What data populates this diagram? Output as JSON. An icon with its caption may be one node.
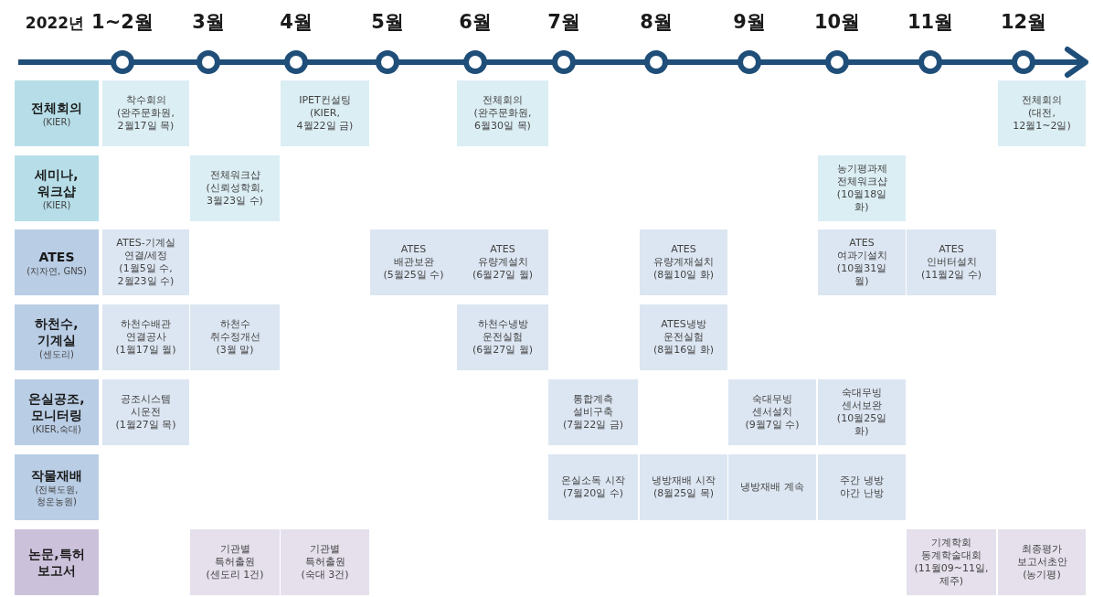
{
  "diagram": {
    "nodes": [
      {
        "text": [
          "전체회의",
          "(KIER)"
        ]
      },
      {
        "text": [
          "착수회의 (완주문화원, 2월17일 목)"
        ]
      },
      {
        "text": [
          "IPET컨설팅 (KIER, 4월22일 금)"
        ]
      },
      {
        "text": [
          "전체회의 (완주문화원, 6월30일 목)"
        ]
      },
      {
        "text": [
          "전체회의 (대전, 12월1~2일)"
        ]
      },
      {
        "text": [
          "세미나, 워크샵",
          "(KIER)"
        ]
      },
      {
        "text": [
          "전체워크샵 (신뢰성학회, 3월23일 수)"
        ]
      },
      {
        "text": [
          "농기평과제 전체워크샵 (10월18일 화)"
        ]
      },
      {
        "text": [
          "ATES",
          "(지자연, GNS)"
        ]
      },
      {
        "text": [
          "ATES-기계실 연결/세정 (1월5일 수, 2월23일 수)"
        ]
      },
      {
        "text": [
          "ATES 배관보완 (5월25일 수)"
        ]
      },
      {
        "text": [
          "ATES 유량계설치 (6월27일 월)"
        ]
      },
      {
        "text": [
          "ATES 유량계재설치 (8월10일 화)"
        ]
      },
      {
        "text": [
          "ATES 여과기설치 (10월31일 월)"
        ]
      },
      {
        "text": [
          "ATES 인버터설치 (11월2일 수)"
        ]
      },
      {
        "text": [
          "하천수, 기계실",
          "(센도리)"
        ]
      },
      {
        "text": [
          "하천수배관 연결공사 (1월17일 월)"
        ]
      },
      {
        "text": [
          "하천수 취수정개선 (3월 말)"
        ]
      },
      {
        "text": [
          "하천수냉방 운전실험 (6월27일 월)"
        ]
      },
      {
        "text": [
          "ATES냉방 운전실험 (8월16일 화)"
        ]
      },
      {
        "text": [
          "온실공조, 모니터링",
          "(KIER,숙대)"
        ]
      },
      {
        "text": [
          "공조시스템 시운전 (1월27일 목)"
        ]
      },
      {
        "text": [
          "통합계측 설비구축 (7월22일 금)"
        ]
      },
      {
        "text": [
          "숙대무빙 센서설치 (9월7일 수)"
        ]
      },
      {
        "text": [
          "숙대무빙 센서보완 (10월25일 화)"
        ]
      },
      {
        "text": [
          "작물재배",
          "(전북도원, 청운농원)"
        ]
      },
      {
        "text": [
          "온실소독 시작 (7월20일 수)"
        ]
      },
      {
        "text": [
          "냉방재배 시작 (8월25일 목)"
        ]
      },
      {
        "text": [
          "냉방재배 계속"
        ]
      },
      {
        "text": [
          "주간 냉방 야간 난방"
        ]
      },
      {
        "text": [
          "논문,특허 보고서"
        ]
      },
      {
        "text": [
          "기관별 특허출원 (센도리 1건)"
        ]
      },
      {
        "text": [
          "기관별 특허출원 (숙대 3건)"
        ]
      },
      {
        "text": [
          "기계학회 동계학술대회 (11월09~11일, 제주)"
        ]
      },
      {
        "text": [
          "최종평가 보고서초안 (농기평)"
        ]
      }
    ],
    "labels": [
      "2022년",
      "1~2월",
      "3월",
      "4월",
      "5월",
      "6월",
      "7월",
      "8월",
      "9월",
      "10월",
      "11월",
      "12월"
    ]
  }
}
